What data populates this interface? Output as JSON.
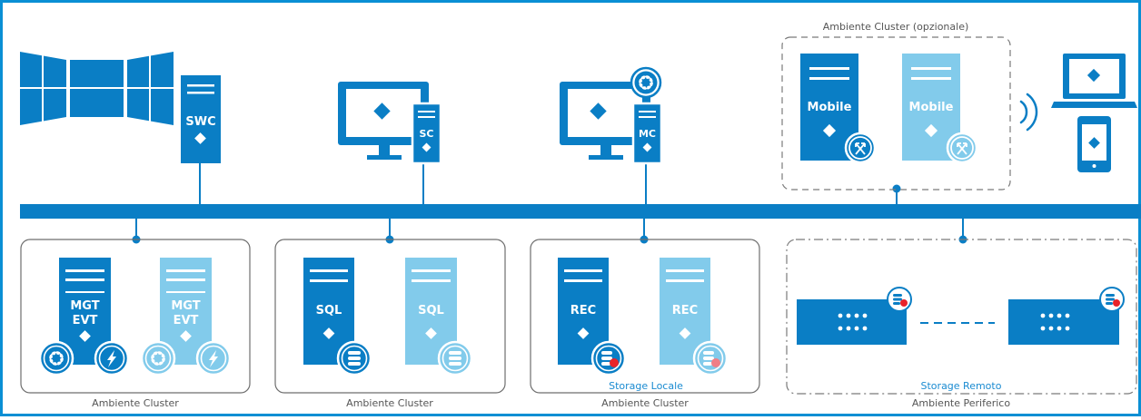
{
  "colors": {
    "primary": "#0A7EC5",
    "light": "#82CBEB",
    "frame": "#0A8FD4",
    "box_border": "#6E6E6E",
    "caption": "#555555",
    "caption_blue": "#1A8BD1",
    "alarm_red": "#E8232A",
    "alarm_pink": "#F07E86"
  },
  "workstations": {
    "swc": {
      "label": "SWC",
      "icon": "video-wall-icon"
    },
    "sc": {
      "label": "SC",
      "icon": "monitor-icon"
    },
    "mc": {
      "label": "MC",
      "icon": "monitor-icon",
      "badge_icon": "gear-icon"
    }
  },
  "mobile_cluster": {
    "caption": "Ambiente Cluster (opzionale)",
    "servers": [
      {
        "label": "Mobile",
        "badge_icon": "sync-arrows-icon"
      },
      {
        "label": "Mobile",
        "badge_icon": "sync-arrows-icon"
      }
    ]
  },
  "clients": [
    {
      "icon": "laptop-icon"
    },
    {
      "icon": "smartphone-icon"
    },
    {
      "icon": "wireless-signal-icon"
    }
  ],
  "clusters": [
    {
      "caption": "Ambiente Cluster",
      "servers": [
        {
          "line1": "MGT",
          "line2": "EVT",
          "badges": [
            "gear-icon",
            "lightning-icon"
          ]
        },
        {
          "line1": "MGT",
          "line2": "EVT",
          "badges": [
            "gear-icon",
            "lightning-icon"
          ]
        }
      ]
    },
    {
      "caption": "Ambiente Cluster",
      "servers": [
        {
          "line1": "SQL",
          "badges": [
            "database-icon"
          ]
        },
        {
          "line1": "SQL",
          "badges": [
            "database-icon"
          ]
        }
      ]
    },
    {
      "caption": "Ambiente Cluster",
      "storage_label": "Storage Locale",
      "servers": [
        {
          "line1": "REC",
          "badges": [
            "storage-record-icon"
          ]
        },
        {
          "line1": "REC",
          "badges": [
            "storage-record-icon"
          ]
        }
      ]
    }
  ],
  "peripheral": {
    "caption": "Ambiente Periferico",
    "storage_label": "Storage Remoto",
    "devices": [
      {
        "icon": "storage-record-icon"
      },
      {
        "icon": "storage-record-icon"
      }
    ]
  }
}
